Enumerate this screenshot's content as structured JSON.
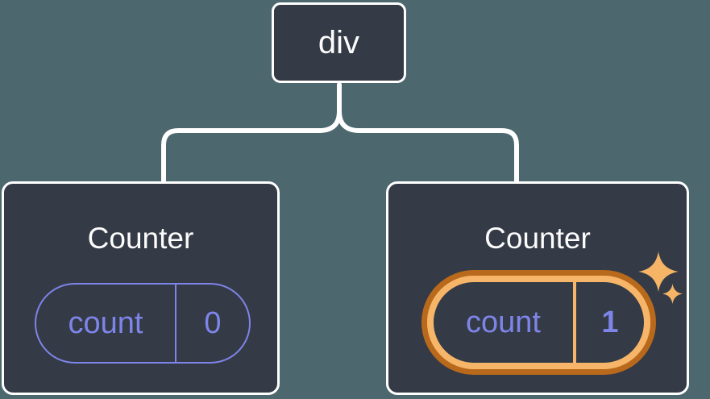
{
  "colors": {
    "background": "#4C676E",
    "card_fill": "#343A46",
    "card_border": "#FFFFFF",
    "state_accent": "#7E85E8",
    "highlight_outer": "#B9691C",
    "highlight_inner": "#F6B568",
    "sparkle": "#F6B566",
    "text_white": "#FCFCFC"
  },
  "tree": {
    "root": {
      "label": "div"
    },
    "children": [
      {
        "title": "Counter",
        "state": {
          "key": "count",
          "value": "0"
        },
        "highlighted": false
      },
      {
        "title": "Counter",
        "state": {
          "key": "count",
          "value": "1"
        },
        "highlighted": true
      }
    ]
  },
  "icons": [
    {
      "name": "sparkles-icon",
      "glyph": "four-point-stars"
    }
  ]
}
